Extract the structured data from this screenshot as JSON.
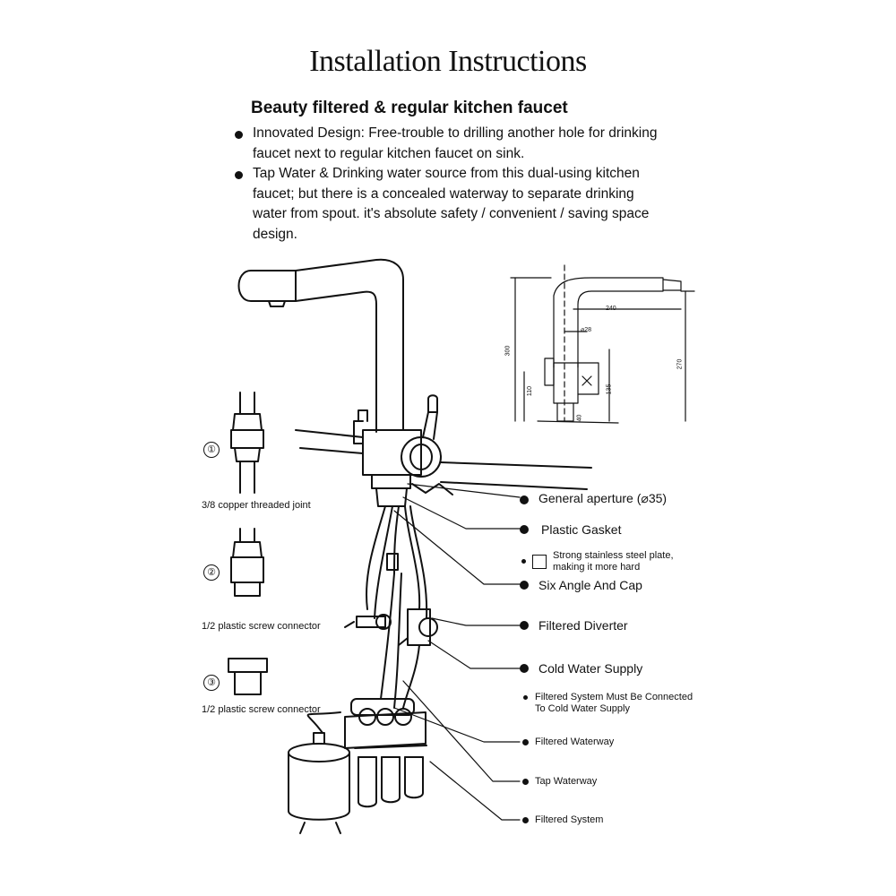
{
  "header": {
    "title": "Installation Instructions",
    "subtitle": "Beauty filtered & regular kitchen faucet"
  },
  "bullets": [
    {
      "line1": "Innovated Design: Free-trouble to drilling another hole for drinking",
      "line2": "faucet next to regular kitchen faucet on sink."
    },
    {
      "line1": "Tap Water & Drinking water source from this dual-using kitchen",
      "line2": "faucet; but there is a concealed waterway to separate drinking",
      "line3": "water from spout. it's absolute safety / convenient / saving space",
      "line4": "design."
    }
  ],
  "parts": [
    {
      "num": "①",
      "label": "3/8 copper threaded joint"
    },
    {
      "num": "②",
      "label": "1/2 plastic screw connector"
    },
    {
      "num": "③",
      "label": "1/2 plastic screw connector"
    }
  ],
  "callouts": {
    "general_aperture": "General aperture (⌀35)",
    "plastic_gasket": "Plastic Gasket",
    "steel_plate_line1": "Strong stainless steel plate,",
    "steel_plate_line2": "making it more hard",
    "six_angle": "Six Angle And Cap",
    "filtered_diverter": "Filtered Diverter",
    "cold_water": "Cold Water Supply",
    "filtered_note_line1": "Filtered System Must Be Connected",
    "filtered_note_line2": "To Cold Water Supply",
    "filtered_waterway": "Filtered Waterway",
    "tap_waterway": "Tap Waterway",
    "filtered_system": "Filtered System"
  },
  "dimensions": {
    "d240": "240",
    "d28": "⌀28",
    "d300": "300",
    "d270": "270",
    "d110": "110",
    "d135": "135",
    "d40": "40"
  }
}
